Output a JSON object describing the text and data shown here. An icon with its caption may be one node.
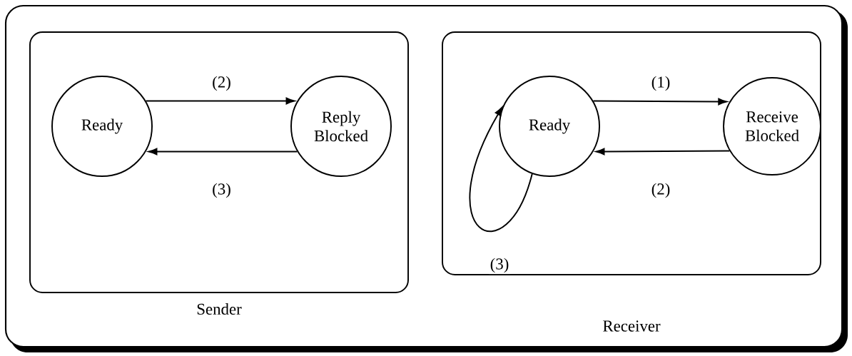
{
  "diagram": {
    "nodes": [
      {
        "text": [
          "Sender"
        ]
      },
      {
        "text": [
          "Ready"
        ],
        "in": 0
      },
      {
        "text": [
          "Reply Blocked"
        ],
        "in": 0
      },
      {
        "text": [
          "Receiver"
        ]
      },
      {
        "text": [
          "Ready"
        ],
        "in": 3
      },
      {
        "text": [
          "Receive Blocked"
        ],
        "in": 3
      }
    ],
    "edges": [
      {
        "from": 1,
        "to": 2,
        "arrow": "to",
        "label": "(2)"
      },
      {
        "from": 2,
        "to": 1,
        "arrow": "to",
        "label": "(3)"
      },
      {
        "from": 4,
        "to": 5,
        "arrow": "to",
        "label": "(1)"
      },
      {
        "from": 5,
        "to": 4,
        "arrow": "to",
        "label": "(2)"
      },
      {
        "from": 4,
        "to": 4,
        "arrow": "to",
        "label": "(3)"
      }
    ]
  }
}
